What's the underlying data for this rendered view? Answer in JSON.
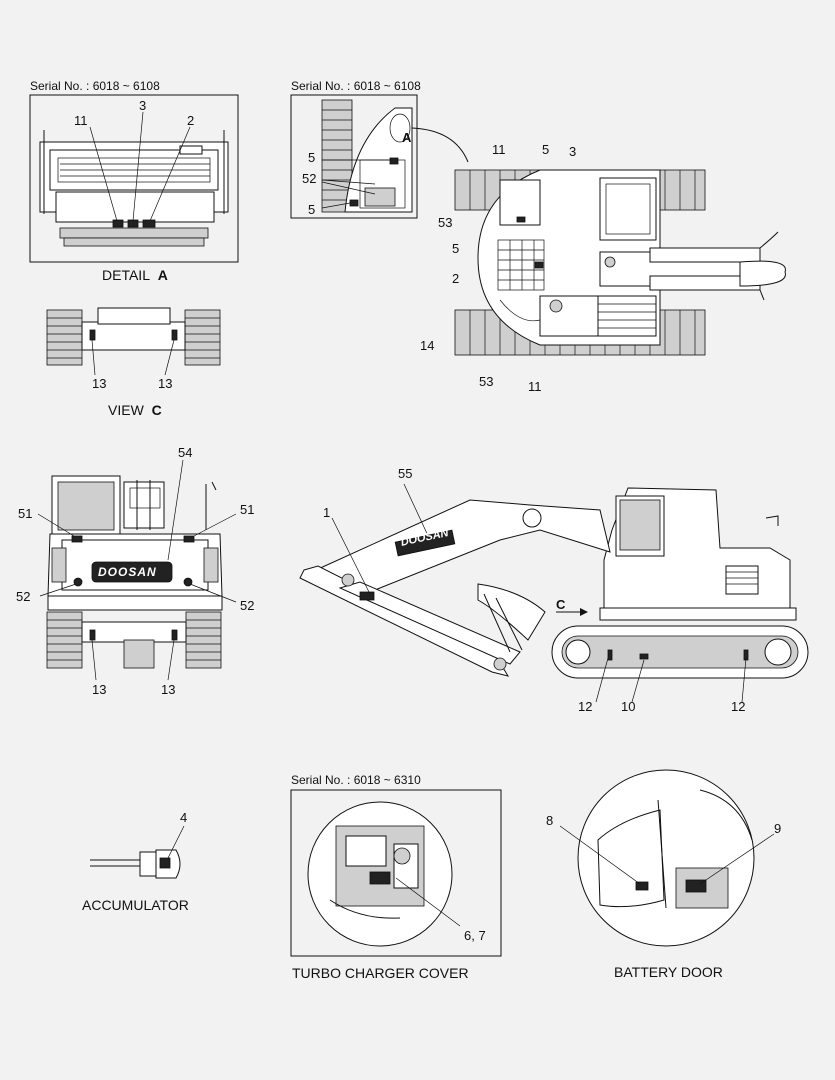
{
  "serial_labels": {
    "detail_a": "Serial No. : 6018 ~ 6108",
    "top_view": "Serial No. : 6018 ~ 6108",
    "turbo": "Serial No. : 6018 ~ 6310"
  },
  "captions": {
    "detail_prefix": "DETAIL",
    "detail_letter": "A",
    "view_prefix": "VIEW",
    "view_letter": "C",
    "accumulator": "ACCUMULATOR",
    "turbo": "TURBO CHARGER COVER",
    "battery": "BATTERY DOOR"
  },
  "marks": {
    "top_view_letter": "A",
    "side_view_arrow": "C",
    "brand_text": "DOOSAN"
  },
  "callouts": {
    "detail_a": [
      "11",
      "3",
      "2"
    ],
    "view_c": [
      "13",
      "13"
    ],
    "top_inset": [
      "5",
      "52",
      "5"
    ],
    "top_view": [
      "11",
      "5",
      "3",
      "53",
      "5",
      "2",
      "14",
      "53",
      "11"
    ],
    "rear_view": [
      "54",
      "51",
      "51",
      "52",
      "52",
      "13",
      "13"
    ],
    "side_view": [
      "55",
      "1",
      "12",
      "10",
      "12"
    ],
    "accumulator": [
      "4"
    ],
    "turbo": [
      "6, 7"
    ],
    "battery": [
      "8",
      "9"
    ]
  },
  "colors": {
    "background": "#f2f2f2",
    "line": "#111111",
    "fill_light": "#ffffff",
    "fill_gray": "#cfcfcf",
    "fill_dark": "#222222"
  }
}
